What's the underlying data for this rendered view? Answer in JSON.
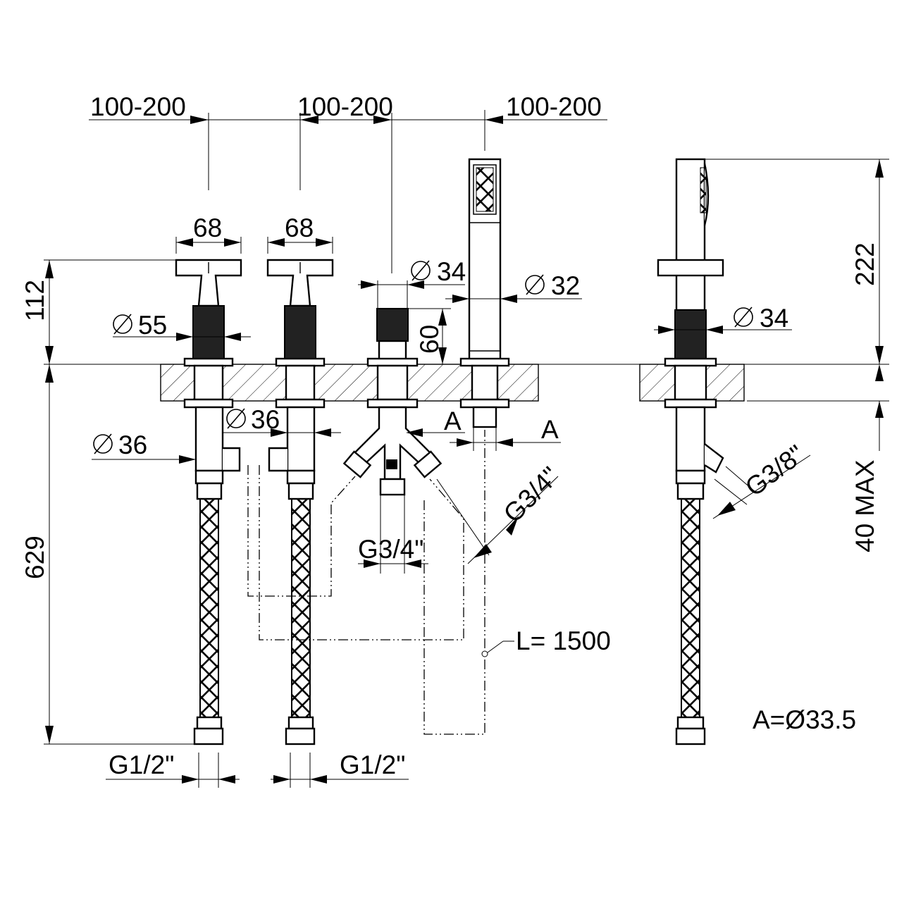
{
  "dimensions": {
    "spacing_1": "100-200",
    "spacing_2": "100-200",
    "spacing_3": "100-200",
    "handle_width_1": "68",
    "handle_width_2": "68",
    "dia_spout": "34",
    "dia_handshower": "32",
    "height_112": "112",
    "dia_55": "55",
    "height_60": "60",
    "dia_36_a": "36",
    "dia_36_b": "36",
    "label_a_1": "A",
    "label_a_2": "A",
    "g34_diag": "G3/4\"",
    "g34_bottom": "G3/4\"",
    "hose_length": "L= 1500",
    "height_629": "629",
    "g12_left": "G1/2\"",
    "g12_right": "G1/2\"",
    "height_222": "222",
    "dia_side_34": "34",
    "g38": "G3/8\"",
    "max_40": "40 MAX",
    "a_note": "A=Ø33.5"
  }
}
